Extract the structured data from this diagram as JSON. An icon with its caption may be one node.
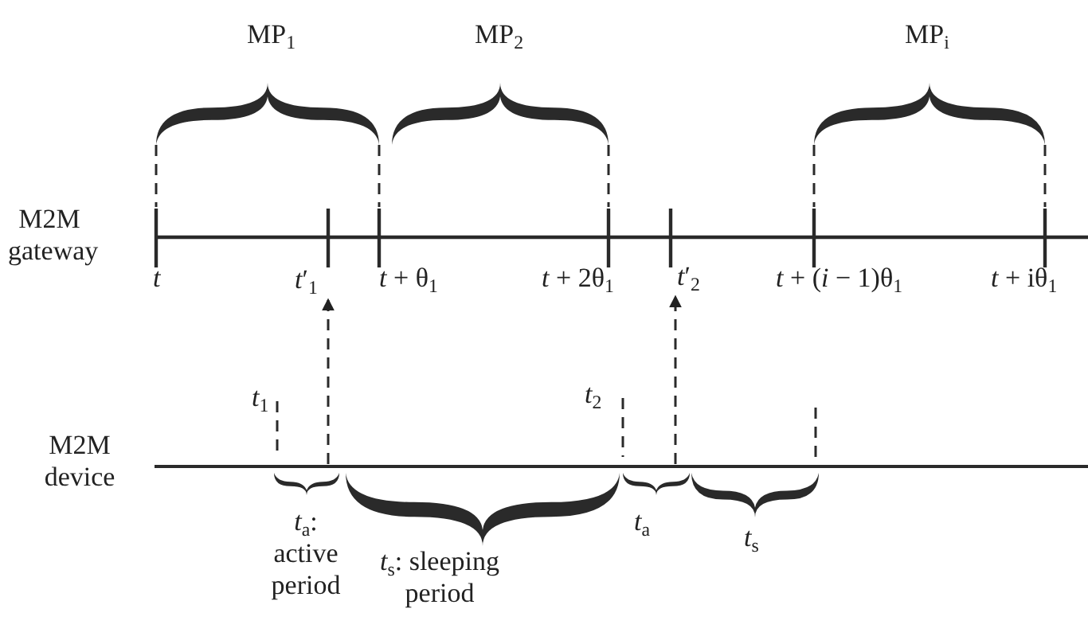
{
  "diagram": {
    "nodes": [
      {
        "text": [
          "*t*′$_{1}$"
        ]
      },
      {
        "text": [
          "*t*′$_{2}$"
        ]
      },
      {
        "text": [],
        "shape": "bar"
      }
    ],
    "edges": [
      {
        "from": 2,
        "to": 0,
        "arrow": "to",
        "style": "dashed"
      },
      {
        "from": 2,
        "to": 1,
        "arrow": "to",
        "style": "dashed"
      }
    ],
    "labels": [
      "MP$_{1}$",
      "MP$_{2}$",
      "MP$_{i}$",
      "M2M gateway",
      "*t*",
      "*t* + θ$_{1}$",
      "*t* + 2θ$_{1}$",
      "*t* + (*i* − 1)θ$_{1}$",
      "*t* + iθ$_{1}$",
      "M2M device",
      "*t*$_{1}$",
      "*t*$_{2}$",
      "*t*$_{a}$: active period",
      "*t*$_{s}$: sleeping period",
      "*t*$_{a}$",
      "*t*$_{s}$"
    ]
  }
}
